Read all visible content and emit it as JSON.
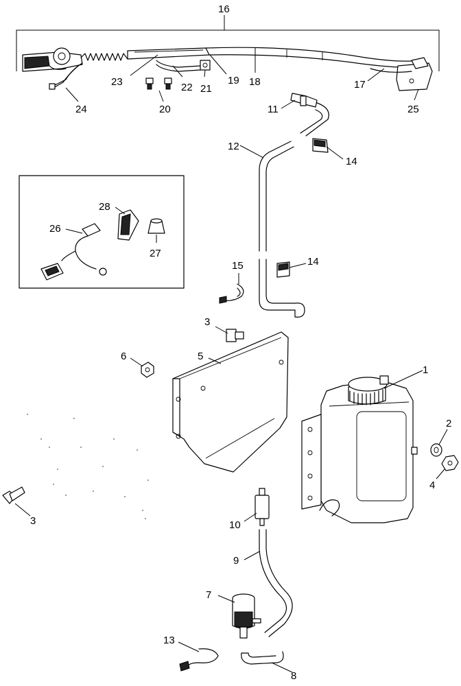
{
  "diagram": {
    "callouts": {
      "c1": "1",
      "c2": "2",
      "c3a": "3",
      "c3b": "3",
      "c4": "4",
      "c5": "5",
      "c6": "6",
      "c7": "7",
      "c8": "8",
      "c9": "9",
      "c10": "10",
      "c11": "11",
      "c12": "12",
      "c13": "13",
      "c14a": "14",
      "c14b": "14",
      "c15": "15",
      "c16": "16",
      "c17": "17",
      "c18": "18",
      "c19": "19",
      "c20": "20",
      "c21": "21",
      "c22": "22",
      "c23": "23",
      "c24": "24",
      "c25": "25",
      "c26": "26",
      "c27": "27",
      "c28": "28"
    }
  }
}
